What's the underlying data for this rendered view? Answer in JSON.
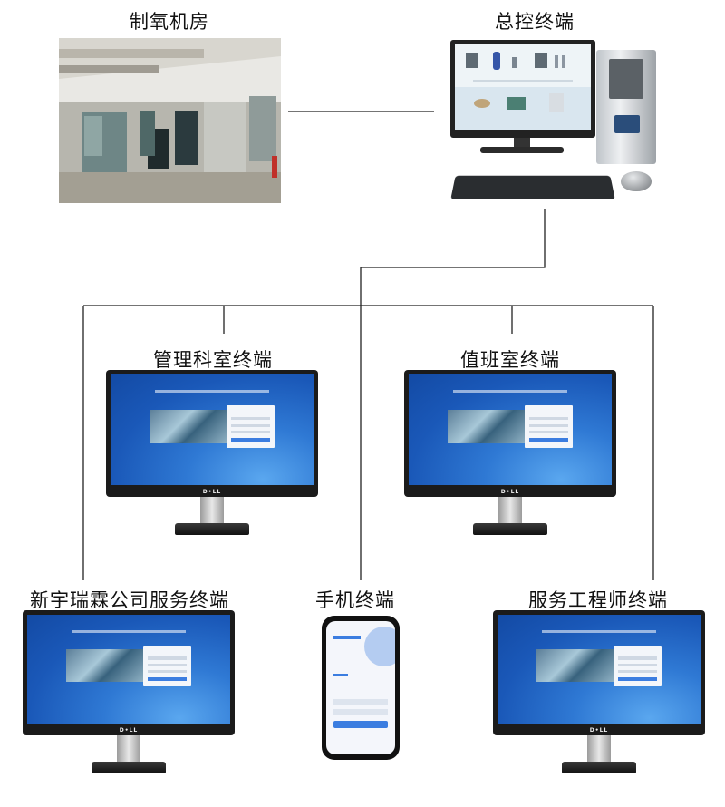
{
  "nodes": {
    "machine_room": "制氧机房",
    "master_terminal": "总控终端",
    "management_terminal": "管理科室终端",
    "duty_room_terminal": "值班室终端",
    "company_service_terminal": "新宇瑞霖公司服务终端",
    "mobile_terminal": "手机终端",
    "engineer_terminal": "服务工程师终端"
  },
  "colors": {
    "line": "#222222",
    "screen_blue": "#1f62c2",
    "bezel": "#1b1b1b"
  },
  "icons": [
    "monitor-icon",
    "desktop-computer-icon",
    "phone-icon",
    "photo"
  ]
}
